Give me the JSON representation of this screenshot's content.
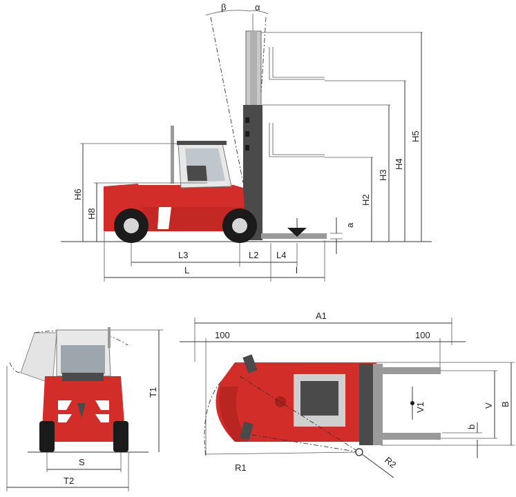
{
  "labels": {
    "beta": "β",
    "alpha": "α",
    "H6": "H6",
    "H8": "H8",
    "H2": "H2",
    "H3": "H3",
    "H4": "H4",
    "H5": "H5",
    "a": "a",
    "L3": "L3",
    "L2": "L2",
    "L4": "L4",
    "L": "L",
    "l": "l",
    "T1": "T1",
    "S": "S",
    "T2": "T2",
    "A1": "A1",
    "hundred_left": "100",
    "hundred_right": "100",
    "V1": "V1",
    "V": "V",
    "B": "B",
    "b": "b",
    "R1": "R1",
    "R2": "R2"
  },
  "colors": {
    "body_red": "#d32d2a",
    "dark_red": "#a8201c",
    "mast_grey": "#c9c9c9",
    "tyre": "#1b1b1b",
    "line": "#333333"
  }
}
